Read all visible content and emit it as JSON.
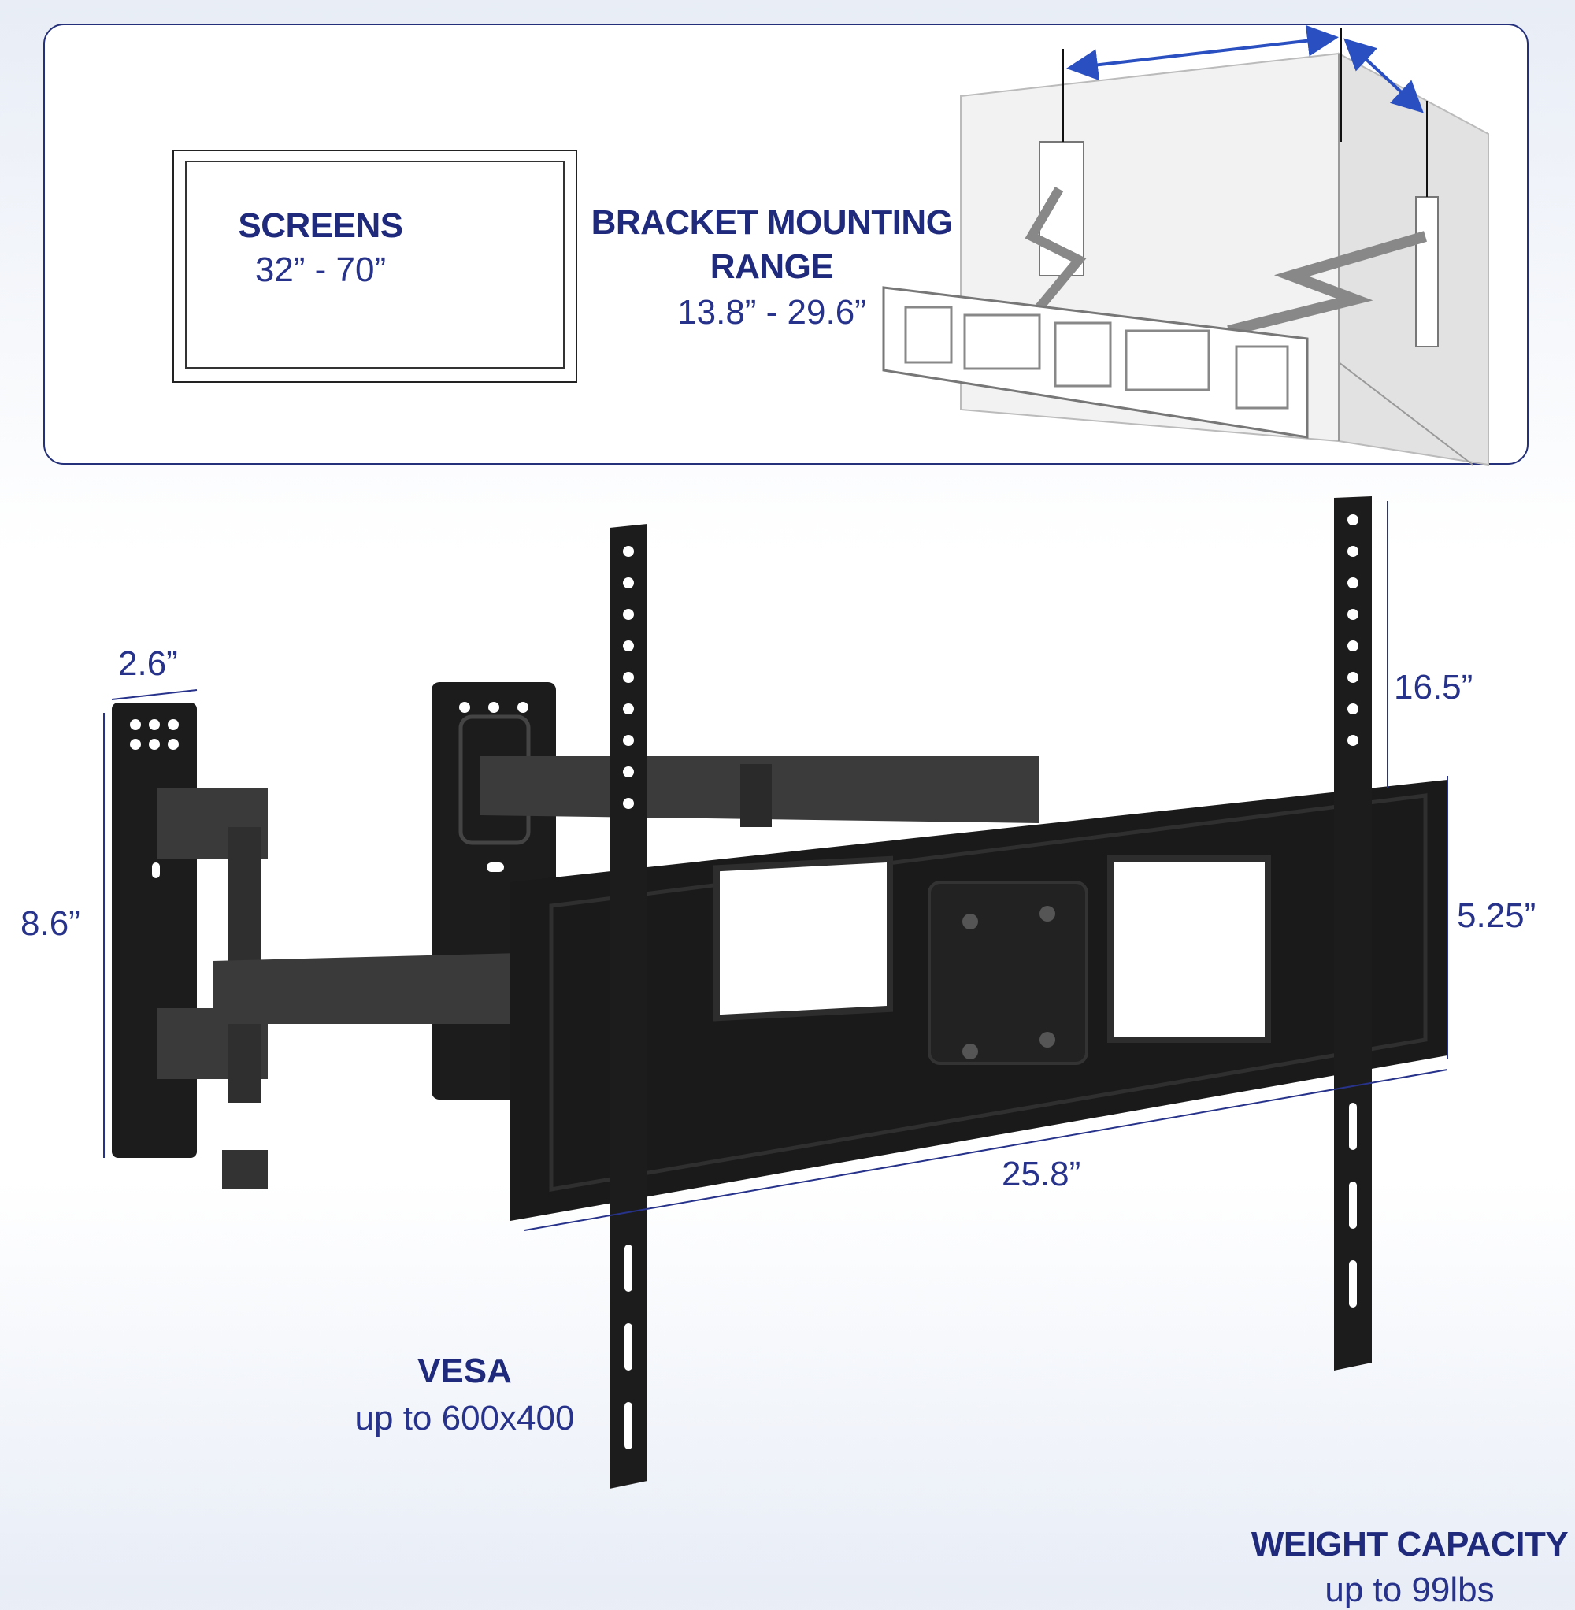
{
  "screens": {
    "title": "SCREENS",
    "value": "32” - 70”"
  },
  "mounting_range": {
    "title_line1": "BRACKET MOUNTING",
    "title_line2": "RANGE",
    "value": "13.8” - 29.6”"
  },
  "dimensions": {
    "plate_width": "2.6”",
    "plate_height": "8.6”",
    "rail_length": "16.5”",
    "bracket_height": "5.25”",
    "bracket_width": "25.8”"
  },
  "vesa": {
    "title": "VESA",
    "value": "up to 600x400"
  },
  "weight_capacity": {
    "title": "WEIGHT CAPACITY",
    "value": "up to 99lbs"
  },
  "colors": {
    "accent_navy": "#1f2a7c",
    "arrow_blue": "#2a4fc0",
    "product_black": "#1a1a1a"
  },
  "icons": [
    "screen-outline-icon",
    "corner-mount-diagram-icon",
    "dimension-arrow-icon"
  ]
}
